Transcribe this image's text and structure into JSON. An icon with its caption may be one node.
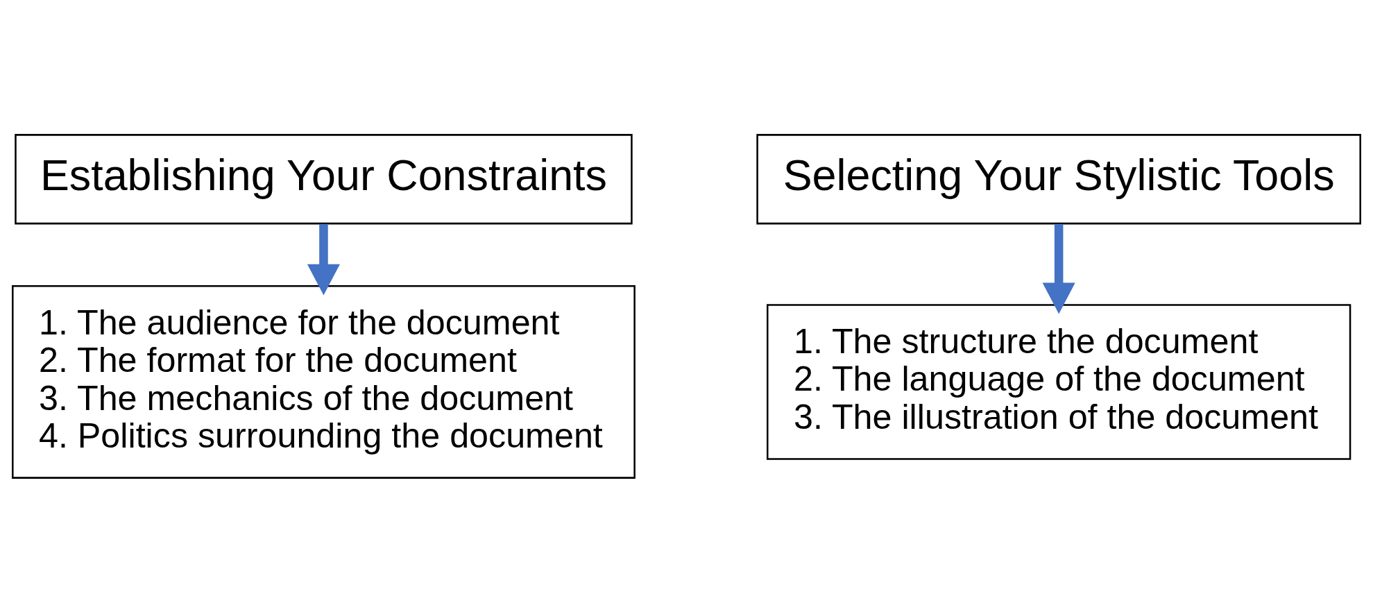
{
  "diagram": {
    "nodes": [
      {
        "text": [
          "Establishing Your Constraints"
        ]
      },
      {
        "text": [
          "1. The audience for the document",
          "2. The format for the document",
          "3. The mechanics of the document",
          "4. Politics surrounding the document"
        ]
      },
      {
        "text": [
          "Selecting Your Stylistic Tools"
        ]
      },
      {
        "text": [
          "1. The structure the document",
          "2. The language of the document",
          "3. The illustration of the document"
        ]
      }
    ],
    "edges": [
      {
        "from": 0,
        "to": 1,
        "arrow": "to"
      },
      {
        "from": 2,
        "to": 3,
        "arrow": "to"
      }
    ]
  }
}
